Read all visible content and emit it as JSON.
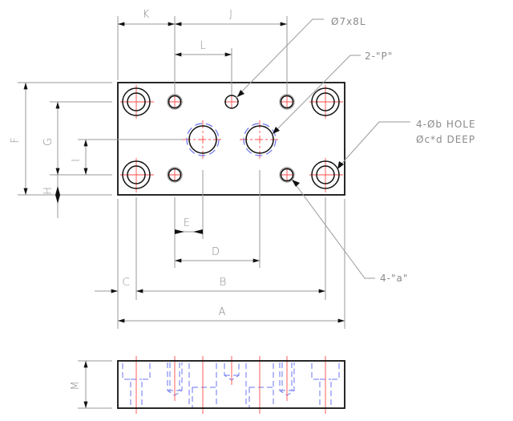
{
  "drawing": {
    "title": "Manifold plate drawing — plan and side views",
    "colors": {
      "outline": "#111111",
      "dimension": "#9a9a9a",
      "centerline": "#ff4b4b",
      "hidden": "#6a74f0"
    },
    "dimensions": {
      "A": "A",
      "B": "B",
      "C": "C",
      "D": "D",
      "E": "E",
      "F": "F",
      "G": "G",
      "H": "H",
      "I": "I",
      "J": "J",
      "K": "K",
      "L": "L",
      "M": "M"
    },
    "callouts": {
      "pin_hole": "Ø7x8L",
      "ports": "2-\"P\"",
      "mount_holes_line1": "4-Øb HOLE",
      "mount_holes_line2": "Øc*d DEEP",
      "tapped_holes": "4-\"a\""
    },
    "views": [
      "plan-view",
      "side-view"
    ]
  }
}
